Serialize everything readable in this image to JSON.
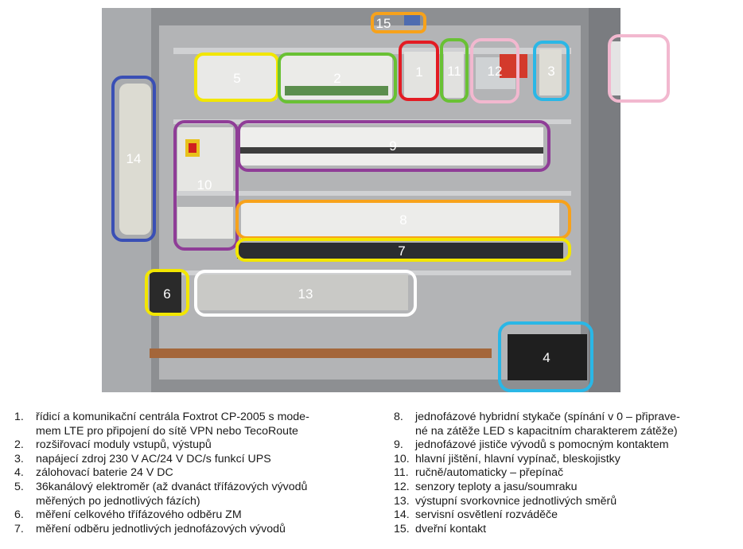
{
  "colors": {
    "yellow": "#f2e600",
    "green": "#69c134",
    "red": "#e31b23",
    "pink": "#f2b8cf",
    "blue": "#2ab7e6",
    "purple": "#8f3d97",
    "orange": "#f7a21b",
    "navy": "#3a4fb5",
    "white": "#ffffff"
  },
  "callouts": {
    "c1": "1",
    "c2": "2",
    "c3": "3",
    "c4": "4",
    "c5": "5",
    "c6": "6",
    "c7": "7",
    "c8": "8",
    "c9": "9",
    "c10": "10",
    "c11": "11",
    "c12a": "12",
    "c12b": "12",
    "c13": "13",
    "c14": "14",
    "c15": "15"
  },
  "legend_left": [
    {
      "num": "1.",
      "text": "řídicí a komunikační centrála Foxtrot CP-2005 s mode-",
      "cont": "mem LTE pro připojení do sítě VPN nebo TecoRoute"
    },
    {
      "num": "2.",
      "text": "rozšiřovací moduly vstupů, výstupů"
    },
    {
      "num": "3.",
      "text": "napájecí zdroj 230 V AC/24 V DC/s funkcí UPS"
    },
    {
      "num": "4.",
      "text": "zálohovací baterie 24 V DC"
    },
    {
      "num": "5.",
      "text": "36kanálový elektroměr (až dvanáct třífázových vývodů",
      "cont": "měřených po jednotlivých fázích)"
    },
    {
      "num": "6.",
      "text": "měření celkového třífázového odběru ZM"
    },
    {
      "num": "7.",
      "text": "měření odběru jednotlivých jednofázových vývodů"
    }
  ],
  "legend_right": [
    {
      "num": "8.",
      "text": "jednofázové hybridní stykače (spínání v 0 – připrave-",
      "cont": "né na zátěže LED s kapacitním charakterem zátěže)"
    },
    {
      "num": "9.",
      "text": "jednofázové jističe vývodů s pomocným kontaktem"
    },
    {
      "num": "10.",
      "text": "hlavní jištění, hlavní vypínač, bleskojistky"
    },
    {
      "num": "11.",
      "text": "ručně/automaticky – přepínač"
    },
    {
      "num": "12.",
      "text": "senzory teploty a jasu/soumraku"
    },
    {
      "num": "13.",
      "text": "výstupní svorkovnice jednotlivých směrů"
    },
    {
      "num": "14.",
      "text": "servisní osvětlení rozváděče"
    },
    {
      "num": "15.",
      "text": "dveřní kontakt"
    }
  ]
}
